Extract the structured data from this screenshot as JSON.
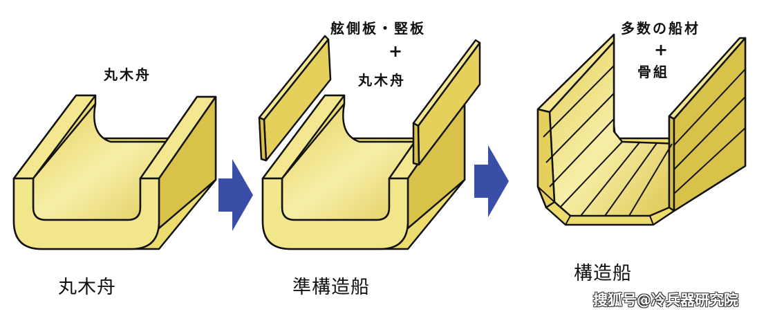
{
  "stage1": {
    "top_label": "丸木舟",
    "bottom_label": "丸木舟"
  },
  "stage2": {
    "top_line1": "舷側板・竪板",
    "plus": "+",
    "top_line2": "丸木舟",
    "bottom_label": "準構造船"
  },
  "stage3": {
    "top_line1": "多数の船材",
    "plus": "+",
    "top_line2": "骨組",
    "bottom_label": "構造船"
  },
  "watermark": "搜狐号@冷兵器研究院",
  "colors": {
    "wood": "#ecdc6e",
    "wood_dark": "#d8c24a",
    "wood_light": "#f6ec9c",
    "arrow": "#3a4ea8"
  }
}
